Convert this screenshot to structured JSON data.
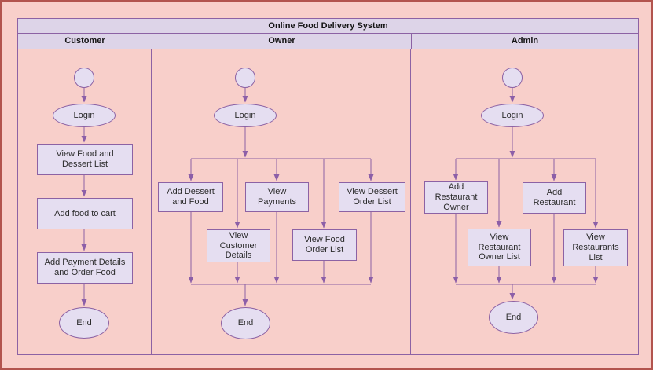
{
  "diagram": {
    "title": "Online Food Delivery System",
    "colors": {
      "background": "#f8cfca",
      "frame_border": "#b2544e",
      "lane_header_fill": "#ddd4e8",
      "node_fill": "#e5def1",
      "line_purple": "#8c62a4",
      "arrow_fill": "#8c5fa8",
      "text": "#2b2b2b"
    },
    "lanes": [
      {
        "name": "Customer",
        "nodes": {
          "login": "Login",
          "view_food_and_dessert_list": "View Food and Dessert List",
          "add_food_to_cart": "Add food to cart",
          "add_payment_details_and_order_food": "Add Payment Details and Order Food",
          "end": "End"
        }
      },
      {
        "name": "Owner",
        "nodes": {
          "login": "Login",
          "add_dessert_and_food": "Add Dessert and Food",
          "view_payments": "View Payments",
          "view_dessert_order_list": "View Dessert Order List",
          "view_customer_details": "View Customer Details",
          "view_food_order_list": "View Food Order List",
          "end": "End"
        }
      },
      {
        "name": "Admin",
        "nodes": {
          "login": "Login",
          "add_restaurant_owner": "Add Restaurant Owner",
          "add_restaurant": "Add Restaurant",
          "view_restaurant_owner_list": "View Restaurant Owner List",
          "view_restaurants_list": "View Restaurants List",
          "end": "End"
        }
      }
    ]
  }
}
